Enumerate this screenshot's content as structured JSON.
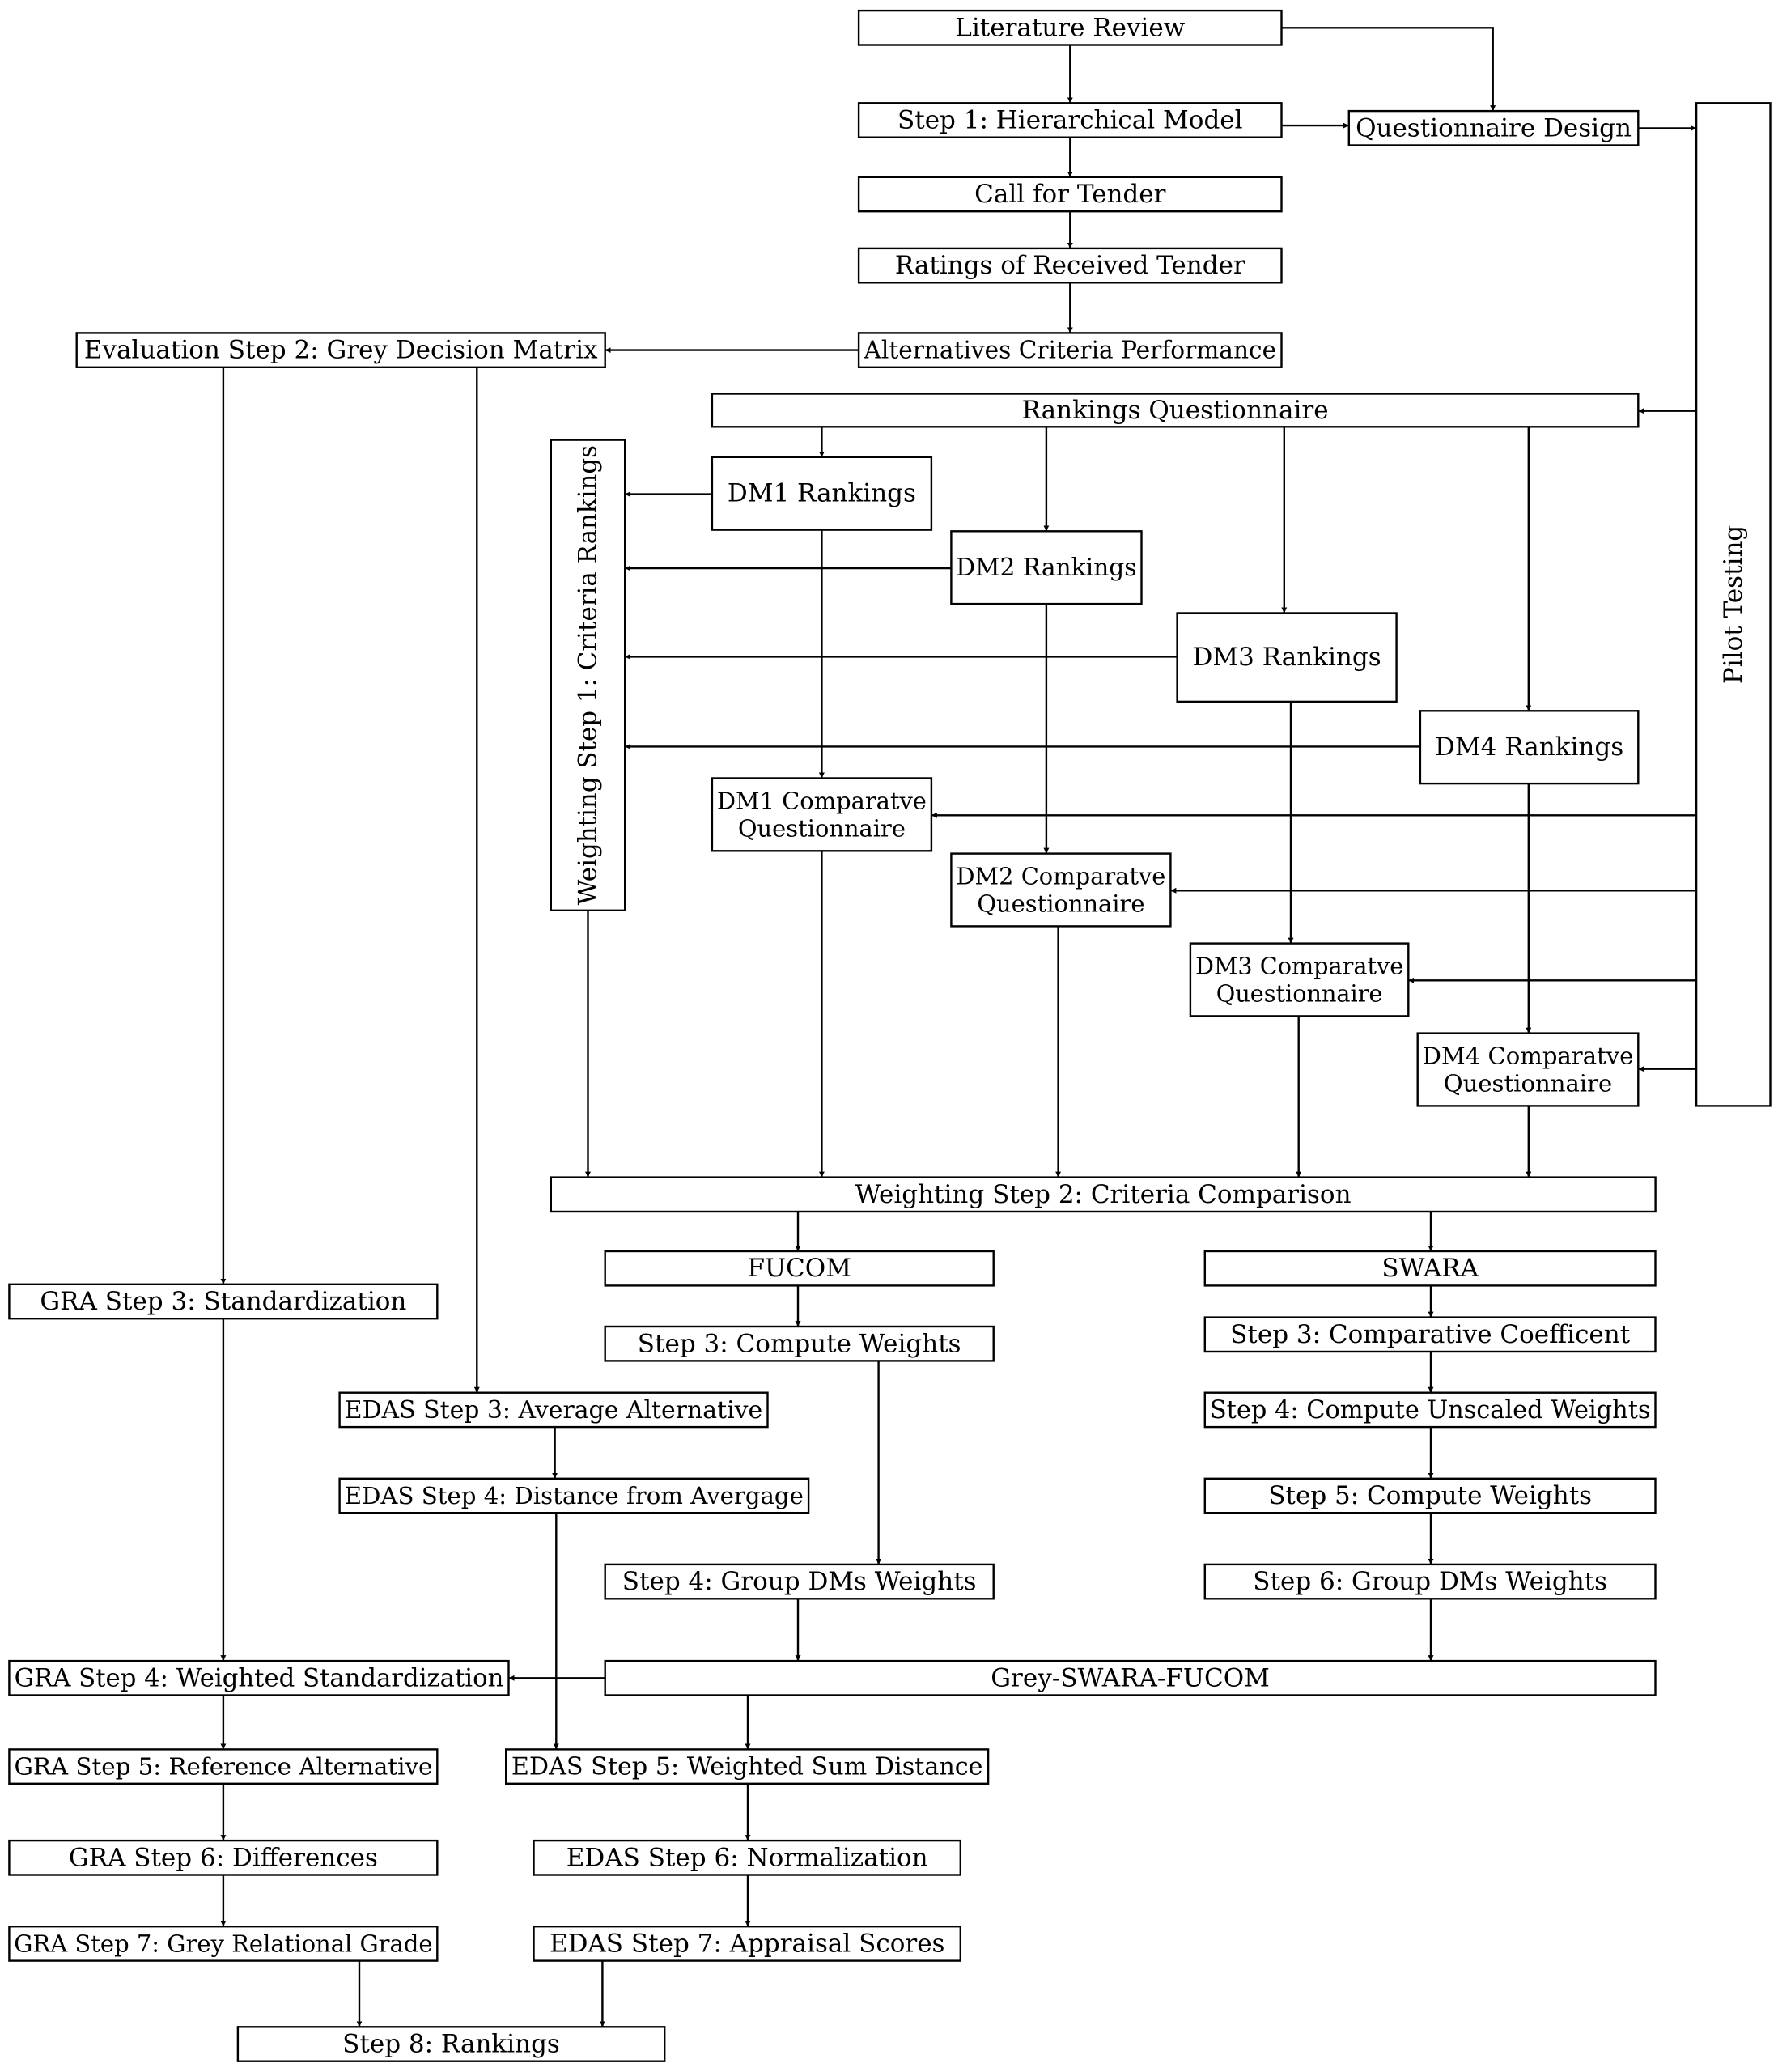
{
  "nodes": [
    {
      "id": "lit",
      "text": [
        "Literature Review"
      ]
    },
    {
      "id": "step1",
      "text": [
        "Step 1: Hierarchical Model"
      ]
    },
    {
      "id": "qdesign",
      "text": [
        "Questionnaire Design"
      ]
    },
    {
      "id": "tender",
      "text": [
        "Call for Tender"
      ]
    },
    {
      "id": "ratings",
      "text": [
        "Ratings of Received Tender"
      ]
    },
    {
      "id": "altperf",
      "text": [
        "Alternatives Criteria Performance"
      ]
    },
    {
      "id": "greydm",
      "text": [
        "Evaluation Step 2: Grey Decision Matrix"
      ]
    },
    {
      "id": "rankq",
      "text": [
        "Rankings Questionnaire"
      ]
    },
    {
      "id": "pilot",
      "text": [
        "Pilot Testing"
      ]
    },
    {
      "id": "ws1",
      "text": [
        "Weighting Step 1: Criteria Rankings"
      ]
    },
    {
      "id": "dm1r",
      "text": [
        "DM1 Rankings"
      ]
    },
    {
      "id": "dm2r",
      "text": [
        "DM2 Rankings"
      ]
    },
    {
      "id": "dm3r",
      "text": [
        "DM3 Rankings"
      ]
    },
    {
      "id": "dm4r",
      "text": [
        "DM4 Rankings"
      ]
    },
    {
      "id": "dm1c",
      "text": [
        "DM1 Comparatve",
        "Questionnaire"
      ]
    },
    {
      "id": "dm2c",
      "text": [
        "DM2 Comparatve",
        "Questionnaire"
      ]
    },
    {
      "id": "dm3c",
      "text": [
        "DM3 Comparatve",
        "Questionnaire"
      ]
    },
    {
      "id": "dm4c",
      "text": [
        "DM4 Comparatve",
        "Questionnaire"
      ]
    },
    {
      "id": "ws2",
      "text": [
        "Weighting Step 2: Criteria Comparison"
      ]
    },
    {
      "id": "fucom",
      "text": [
        "FUCOM"
      ]
    },
    {
      "id": "swara",
      "text": [
        "SWARA"
      ]
    },
    {
      "id": "f3",
      "text": [
        "Step 3: Compute Weights"
      ]
    },
    {
      "id": "s3",
      "text": [
        "Step 3: Comparative Coefficent"
      ]
    },
    {
      "id": "s4",
      "text": [
        "Step 4: Compute Unscaled Weights"
      ]
    },
    {
      "id": "s5",
      "text": [
        "Step 5: Compute Weights"
      ]
    },
    {
      "id": "f4",
      "text": [
        "Step 4: Group DMs Weights"
      ]
    },
    {
      "id": "s6",
      "text": [
        "Step 6: Group DMs Weights"
      ]
    },
    {
      "id": "gsf",
      "text": [
        "Grey-SWARA-FUCOM"
      ]
    },
    {
      "id": "gra3",
      "text": [
        "GRA Step 3: Standardization"
      ]
    },
    {
      "id": "edas3",
      "text": [
        "EDAS Step 3: Average Alternative"
      ]
    },
    {
      "id": "edas4",
      "text": [
        "EDAS Step 4: Distance from Avergage"
      ]
    },
    {
      "id": "gra4",
      "text": [
        "GRA Step 4: Weighted Standardization"
      ]
    },
    {
      "id": "gra5",
      "text": [
        "GRA Step 5: Reference Alternative"
      ]
    },
    {
      "id": "edas5",
      "text": [
        "EDAS Step 5: Weighted Sum Distance"
      ]
    },
    {
      "id": "gra6",
      "text": [
        "GRA Step 6: Differences"
      ]
    },
    {
      "id": "edas6",
      "text": [
        "EDAS Step 6: Normalization"
      ]
    },
    {
      "id": "gra7",
      "text": [
        "GRA Step 7: Grey Relational Grade"
      ]
    },
    {
      "id": "edas7",
      "text": [
        "EDAS Step 7: Appraisal Scores"
      ]
    },
    {
      "id": "rank",
      "text": [
        "Step 8: Rankings"
      ]
    }
  ],
  "edges": [
    {
      "from": "lit",
      "to": "step1"
    },
    {
      "from": "lit",
      "to": "qdesign"
    },
    {
      "from": "step1",
      "to": "qdesign"
    },
    {
      "from": "step1",
      "to": "tender"
    },
    {
      "from": "qdesign",
      "to": "pilot"
    },
    {
      "from": "tender",
      "to": "ratings"
    },
    {
      "from": "ratings",
      "to": "altperf"
    },
    {
      "from": "altperf",
      "to": "greydm"
    },
    {
      "from": "pilot",
      "to": "rankq"
    },
    {
      "from": "rankq",
      "to": "dm1r"
    },
    {
      "from": "rankq",
      "to": "dm2r"
    },
    {
      "from": "rankq",
      "to": "dm3r"
    },
    {
      "from": "rankq",
      "to": "dm4r"
    },
    {
      "from": "dm1r",
      "to": "ws1"
    },
    {
      "from": "dm2r",
      "to": "ws1"
    },
    {
      "from": "dm3r",
      "to": "ws1"
    },
    {
      "from": "dm4r",
      "to": "ws1"
    },
    {
      "from": "dm1r",
      "to": "dm1c"
    },
    {
      "from": "dm2r",
      "to": "dm2c"
    },
    {
      "from": "dm3r",
      "to": "dm3c"
    },
    {
      "from": "dm4r",
      "to": "dm4c"
    },
    {
      "from": "pilot",
      "to": "dm1c"
    },
    {
      "from": "pilot",
      "to": "dm2c"
    },
    {
      "from": "pilot",
      "to": "dm3c"
    },
    {
      "from": "pilot",
      "to": "dm4c"
    },
    {
      "from": "ws1",
      "to": "ws2"
    },
    {
      "from": "dm1c",
      "to": "ws2"
    },
    {
      "from": "dm2c",
      "to": "ws2"
    },
    {
      "from": "dm3c",
      "to": "ws2"
    },
    {
      "from": "dm4c",
      "to": "ws2"
    },
    {
      "from": "ws2",
      "to": "fucom"
    },
    {
      "from": "ws2",
      "to": "swara"
    },
    {
      "from": "fucom",
      "to": "f3"
    },
    {
      "from": "f3",
      "to": "f4"
    },
    {
      "from": "swara",
      "to": "s3"
    },
    {
      "from": "s3",
      "to": "s4"
    },
    {
      "from": "s4",
      "to": "s5"
    },
    {
      "from": "s5",
      "to": "s6"
    },
    {
      "from": "f4",
      "to": "gsf"
    },
    {
      "from": "s6",
      "to": "gsf"
    },
    {
      "from": "greydm",
      "to": "gra3"
    },
    {
      "from": "greydm",
      "to": "edas3"
    },
    {
      "from": "gra3",
      "to": "gra4"
    },
    {
      "from": "gsf",
      "to": "gra4"
    },
    {
      "from": "gsf",
      "to": "edas5"
    },
    {
      "from": "edas3",
      "to": "edas4"
    },
    {
      "from": "edas4",
      "to": "edas5"
    },
    {
      "from": "gra4",
      "to": "gra5"
    },
    {
      "from": "gra5",
      "to": "gra6"
    },
    {
      "from": "gra6",
      "to": "gra7"
    },
    {
      "from": "edas5",
      "to": "edas6"
    },
    {
      "from": "edas6",
      "to": "edas7"
    },
    {
      "from": "gra7",
      "to": "rank"
    },
    {
      "from": "edas7",
      "to": "rank"
    }
  ]
}
